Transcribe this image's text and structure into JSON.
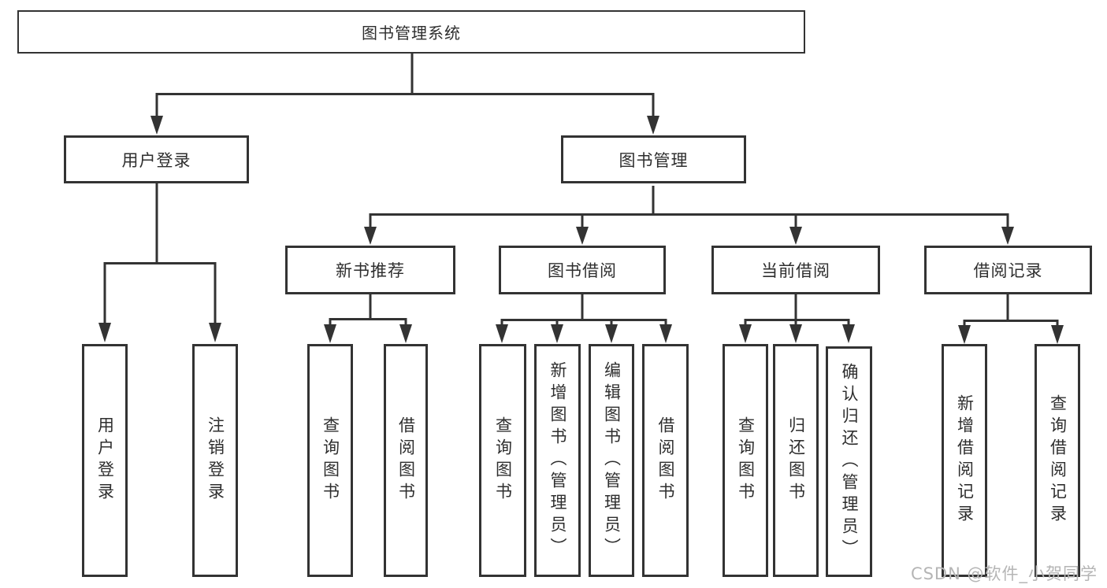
{
  "diagram": {
    "root": {
      "label": "图书管理系统"
    },
    "level2": {
      "user_login": {
        "label": "用户登录"
      },
      "book_management": {
        "label": "图书管理"
      }
    },
    "level3": {
      "new_book_recommend": {
        "label": "新书推荐"
      },
      "book_borrow": {
        "label": "图书借阅"
      },
      "current_borrow": {
        "label": "当前借阅"
      },
      "borrow_records": {
        "label": "借阅记录"
      }
    },
    "leaves": {
      "user_login": [
        "用户登录",
        "注销登录"
      ],
      "new_book_recommend": [
        "查询图书",
        "借阅图书"
      ],
      "book_borrow": [
        "查询图书",
        "新增图书（管理员）",
        "编辑图书（管理员）",
        "借阅图书"
      ],
      "current_borrow": [
        "查询图书",
        "归还图书",
        "确认归还（管理员）"
      ],
      "borrow_records": [
        "新增借阅记录",
        "查询借阅记录"
      ]
    }
  },
  "watermark": {
    "text": "CSDN @软件_小贺同学",
    "color": "#b5b5b5"
  },
  "colors": {
    "line": "#333333",
    "box_border": "#333333",
    "text": "#2e2e2e",
    "background": "#ffffff"
  }
}
